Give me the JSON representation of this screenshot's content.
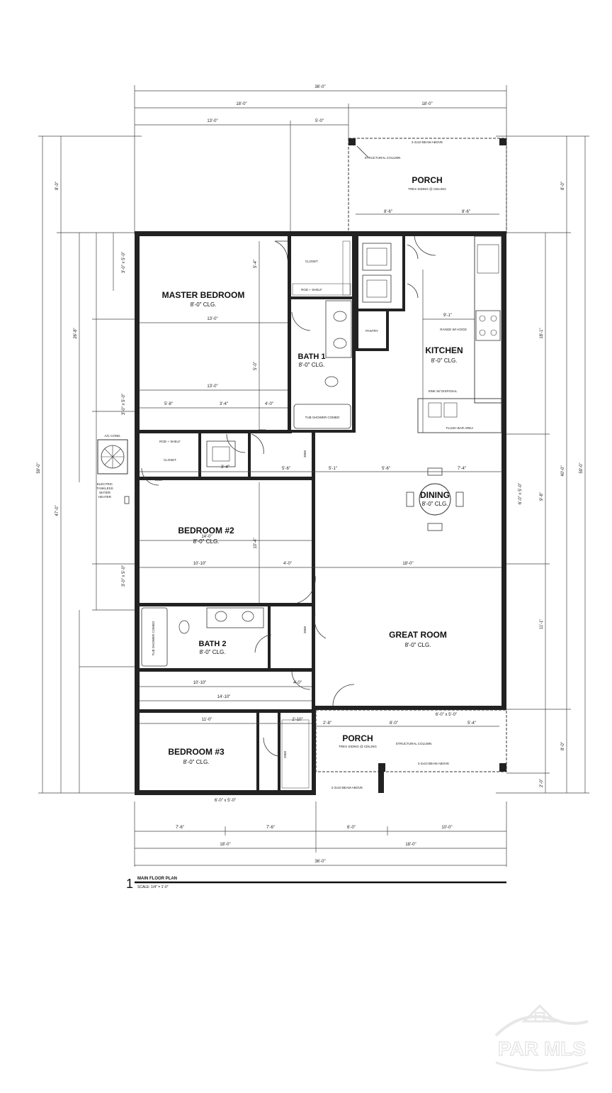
{
  "plan": {
    "overall_width": "36'-0\"",
    "top_dims": {
      "left_half": "18'-0\"",
      "right_half": "18'-0\"",
      "seg_a": "13'-0\"",
      "seg_b": "5'-0\""
    },
    "bottom_dims": {
      "seg_1": "7'-6\"",
      "seg_2": "7'-6\"",
      "seg_3": "6'-0\"",
      "seg_4": "10'-0\"",
      "half_1": "18'-0\"",
      "half_2": "18'-0\""
    },
    "left_dims": {
      "total": "59'-0\"",
      "porch_depth": "8'-0\"",
      "upper": "26'-8\"",
      "lower": "47'-0\"",
      "window_1": "3'-0\" x 5'-0\"",
      "window_2": "3'-0\" x 5'-0\"",
      "window_3": "3'-0\" x 5'-0\""
    },
    "right_dims": {
      "total": "59'-0\"",
      "porch": "8'-0\"",
      "kitchen": "18'-1\"",
      "dining": "9'-8\"",
      "great": "11'-1\"",
      "mid": "40'-0\"",
      "bottom_a": "8'-0\"",
      "bottom_b": "2'-0\"",
      "window_dining": "6'-0\" x 5'-0\""
    },
    "rooms": {
      "master": {
        "name": "MASTER BEDROOM",
        "clg": "8'-0\" CLG."
      },
      "bath1": {
        "name": "BATH 1",
        "clg": "8'-0\" CLG."
      },
      "kitchen": {
        "name": "KITCHEN",
        "clg": "8'-0\" CLG."
      },
      "dining": {
        "name": "DINING",
        "clg": "8'-0\" CLG."
      },
      "bedroom2": {
        "name": "BEDROOM #2",
        "clg": "8'-0\" CLG."
      },
      "bath2": {
        "name": "BATH 2",
        "clg": "8'-0\" CLG."
      },
      "great": {
        "name": "GREAT ROOM",
        "clg": "8'-0\" CLG."
      },
      "bedroom3": {
        "name": "BEDROOM #3",
        "clg": "8'-0\" CLG."
      },
      "porch_top": {
        "name": "PORCH"
      },
      "porch_bottom": {
        "name": "PORCH"
      }
    },
    "notes": {
      "closet": "CLOSET",
      "rod_shelf": "ROD + SHELF",
      "pantry": "PANTRY",
      "tub_shower": "TUB SHOWER COMBO",
      "range": "RANGE W/ HOOD",
      "sink": "SINK W/ DISPOSAL",
      "flush_bar": "FLUSH BAR AREA",
      "ac": "A/C COND.",
      "water_heater": "ELECTRIC TANKLESS WATER HEATER",
      "structural_column": "STRUCTURAL COLUMN",
      "porch_ceiling": "TREX SIDING @ CEILING",
      "beam_above": "2-2x10 BEAM ABOVE",
      "door_3068": "3068",
      "door_2668": "2668",
      "door_2068": "2068",
      "window_bottom": "6'-0\" x 5'-0\"",
      "porch_window": "6'-0\" x 5'-0\""
    },
    "title_block": {
      "number": "1",
      "title": "MAIN FLOOR PLAN",
      "scale": "SCALE: 1/4\" = 1'-0\""
    }
  },
  "watermark": {
    "text": "PAR MLS"
  }
}
